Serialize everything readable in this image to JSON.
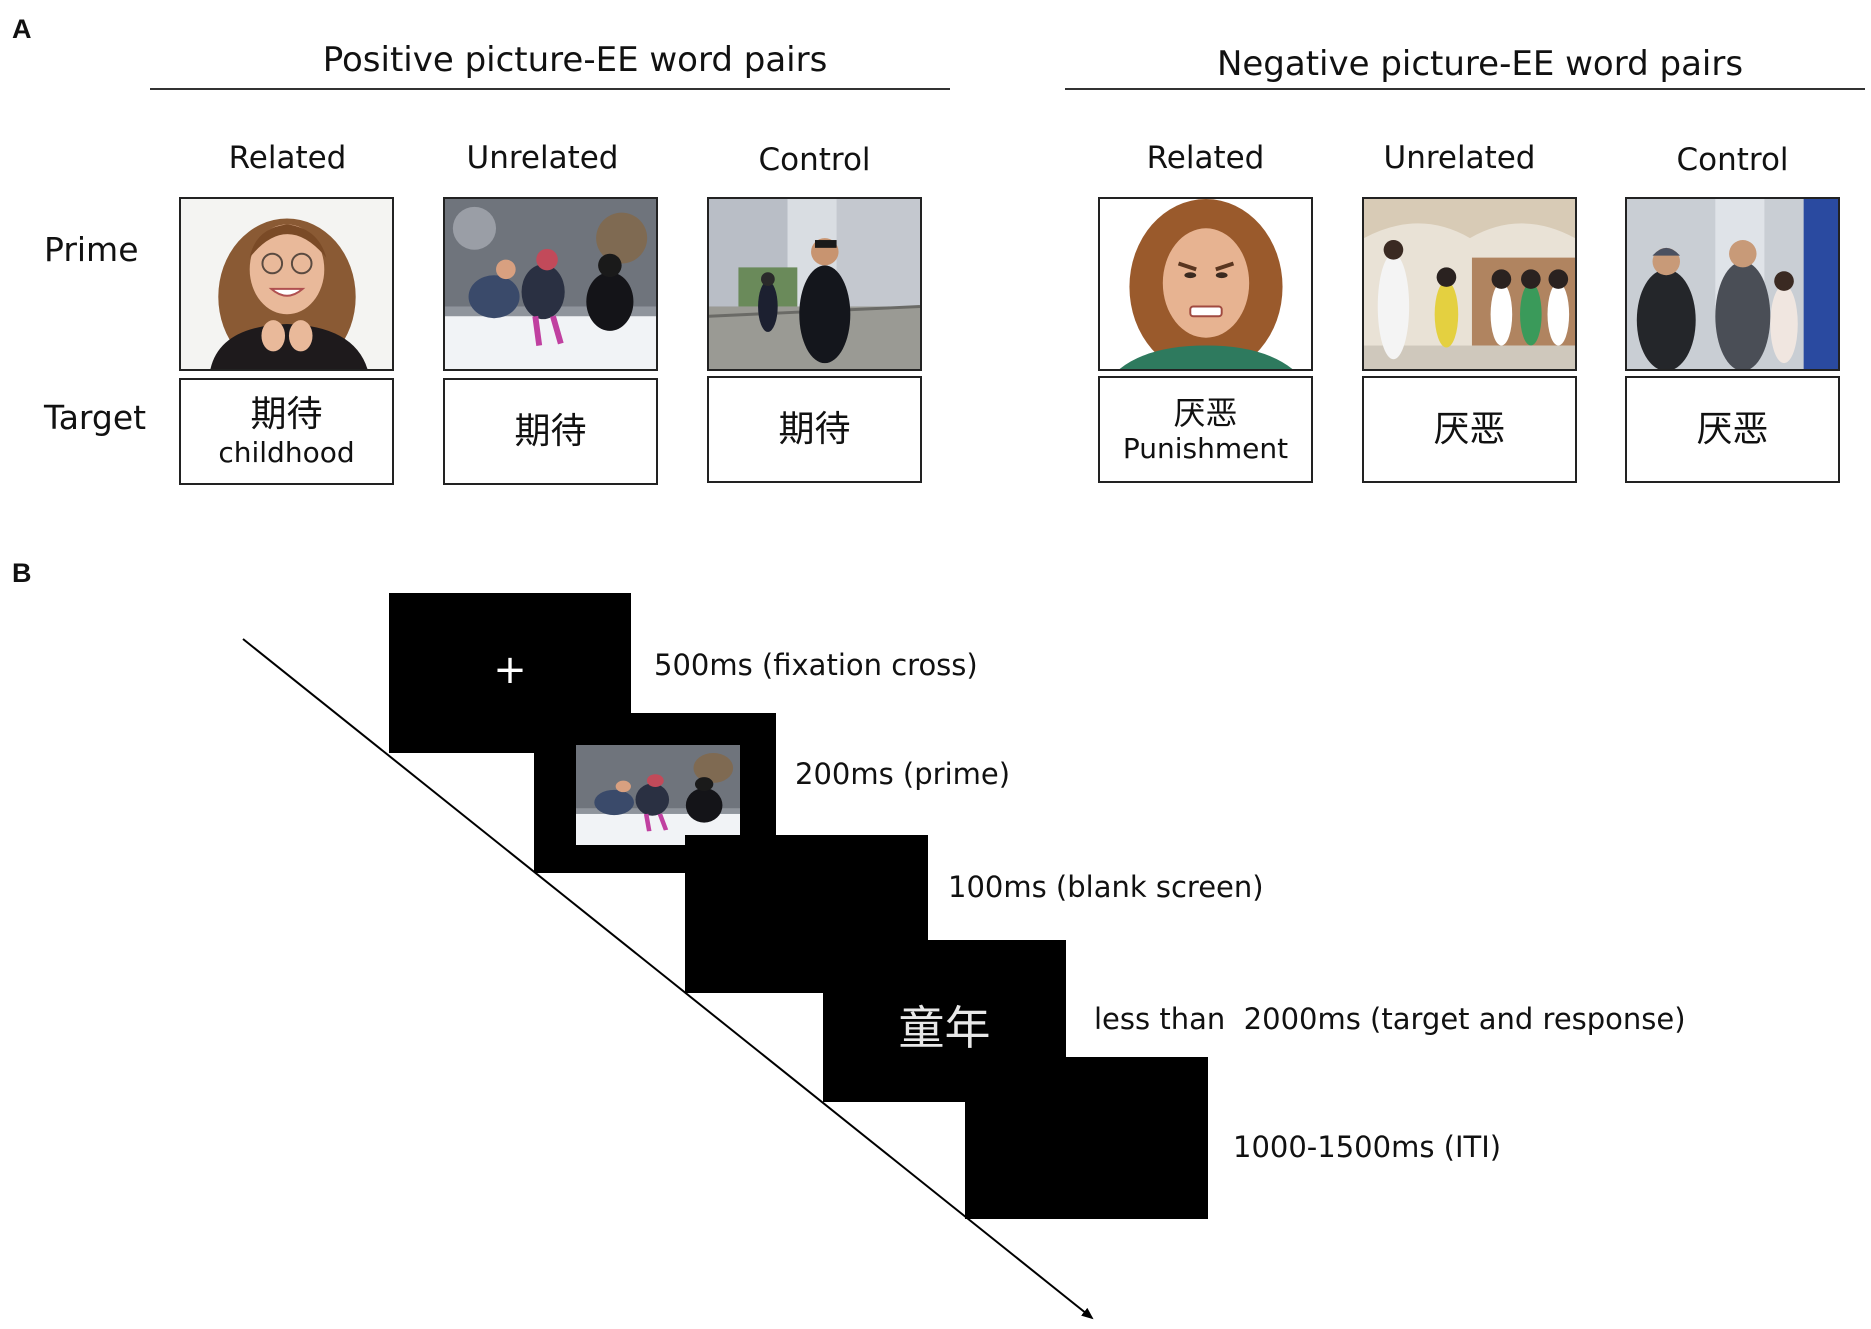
{
  "panel_a": {
    "letter": "A",
    "row_labels": {
      "prime": "Prime",
      "target": "Target"
    },
    "positive": {
      "title": "Positive picture-EE word pairs",
      "columns": [
        {
          "label": "Related",
          "picture": "smiling-woman-photo",
          "target_cn": "期待",
          "target_en": "childhood"
        },
        {
          "label": "Unrelated",
          "picture": "snowball-fight-photo",
          "target_cn": "期待",
          "target_en": ""
        },
        {
          "label": "Control",
          "picture": "man-walking-phone-photo",
          "target_cn": "期待",
          "target_en": ""
        }
      ]
    },
    "negative": {
      "title": "Negative picture-EE word pairs",
      "columns": [
        {
          "label": "Related",
          "picture": "disgusted-woman-photo",
          "target_cn": "厌恶",
          "target_en": "Punishment"
        },
        {
          "label": "Unrelated",
          "picture": "children-standing-photo",
          "target_cn": "厌恶",
          "target_en": ""
        },
        {
          "label": "Control",
          "picture": "people-with-phones-photo",
          "target_cn": "厌恶",
          "target_en": ""
        }
      ]
    }
  },
  "panel_b": {
    "letter": "B",
    "steps": [
      {
        "content": "+",
        "label": "500ms (fixation cross)"
      },
      {
        "content": "snowball-fight-photo",
        "label": "200ms (prime)"
      },
      {
        "content": "",
        "label": "100ms (blank screen)"
      },
      {
        "content": "童年",
        "label": "less than  2000ms (target and response)"
      },
      {
        "content": "",
        "label": "1000-1500ms (ITI)"
      }
    ]
  }
}
